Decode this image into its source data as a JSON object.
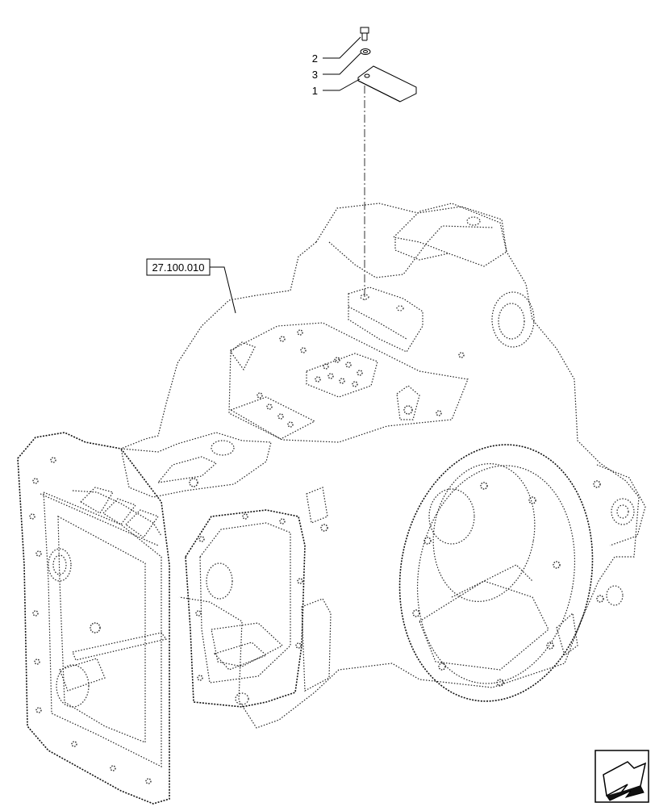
{
  "callouts": [
    {
      "label": "2",
      "part": "bolt"
    },
    {
      "label": "3",
      "part": "washer"
    },
    {
      "label": "1",
      "part": "plate"
    }
  ],
  "reference_box": {
    "label": "27.100.010"
  },
  "nav_icon": "next-page-arrow-icon"
}
